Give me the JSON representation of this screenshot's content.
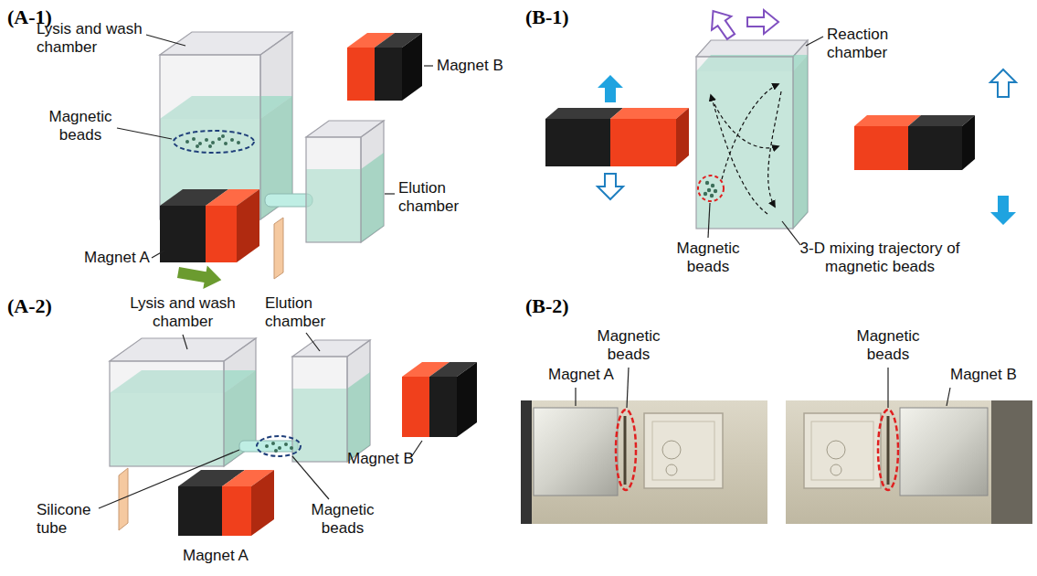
{
  "diagram": {
    "labels": [
      "(A-1)",
      "Lysis and wash chamber",
      "Magnetic beads",
      "Magnet B",
      "Elution chamber",
      "Magnet A",
      "(A-2)",
      "Lysis and wash chamber",
      "Elution chamber",
      "Magnet B",
      "Silicone tube",
      "Magnetic beads",
      "Magnet A",
      "(B-1)",
      "Reaction chamber",
      "Magnetic beads",
      "3-D mixing trajectory of magnetic beads",
      "(B-2)",
      "Magnet A",
      "Magnetic beads",
      "Magnetic beads",
      "Magnet B"
    ]
  }
}
